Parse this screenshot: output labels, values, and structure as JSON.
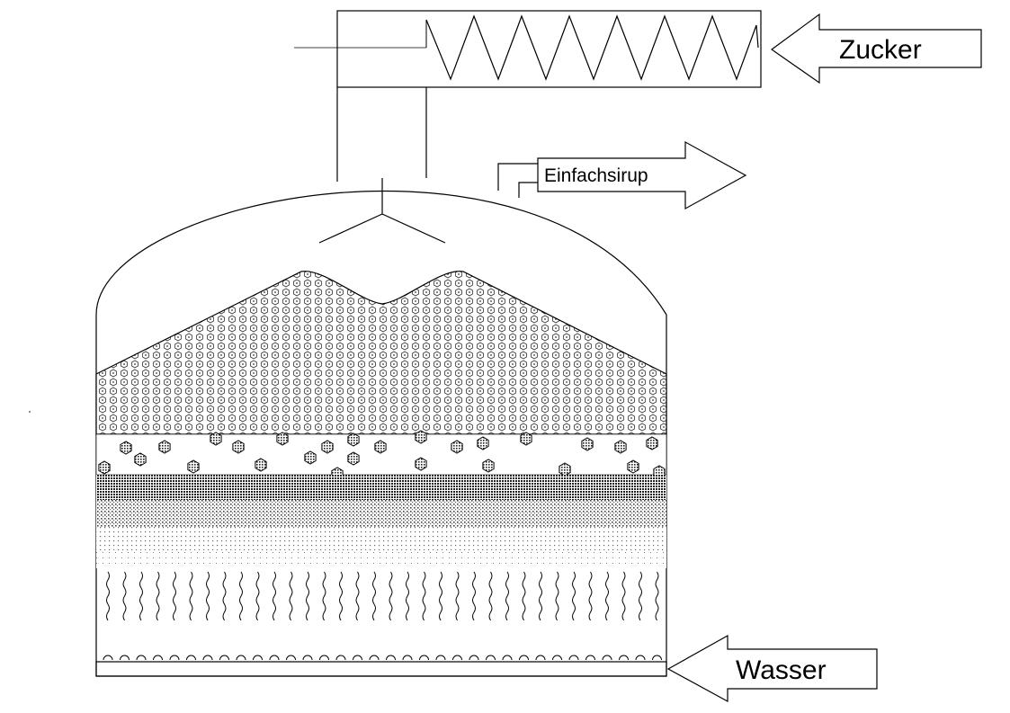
{
  "labels": {
    "sugar": "Zucker",
    "syrup": "Einfachsirup",
    "water": "Wasser"
  },
  "colors": {
    "line": "#000000",
    "background": "#ffffff",
    "pattern_dark": "#222222",
    "pattern_mid": "#555555"
  }
}
